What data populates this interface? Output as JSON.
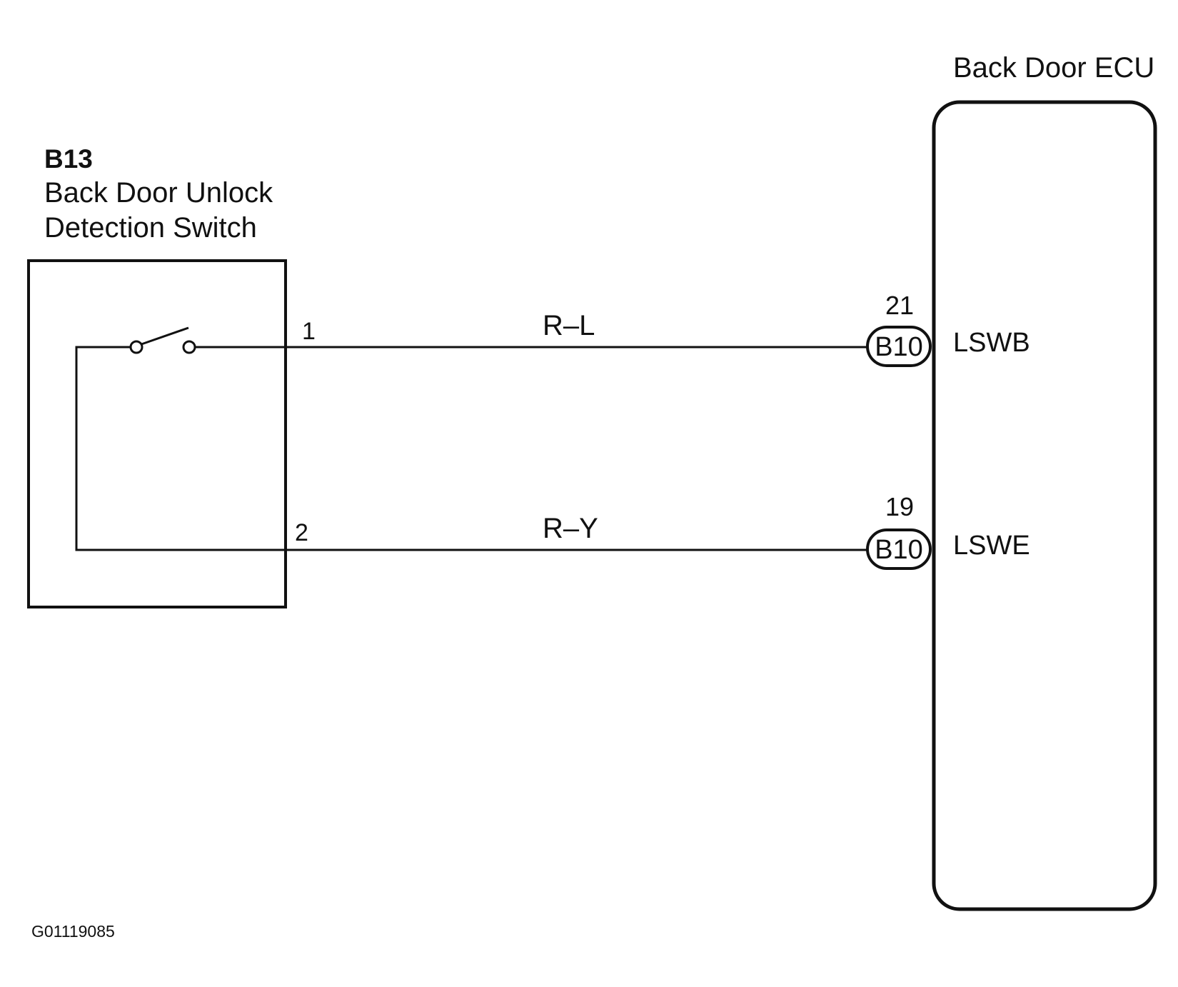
{
  "switch": {
    "code": "B13",
    "name_line1": "Back Door Unlock",
    "name_line2": "Detection Switch",
    "pin1": "1",
    "pin2": "2"
  },
  "ecu": {
    "title": "Back Door ECU"
  },
  "wires": [
    {
      "color": "R–L",
      "pin": "21",
      "connector": "B10",
      "terminal": "LSWB"
    },
    {
      "color": "R–Y",
      "pin": "19",
      "connector": "B10",
      "terminal": "LSWE"
    }
  ],
  "figure_id": "G01119085"
}
